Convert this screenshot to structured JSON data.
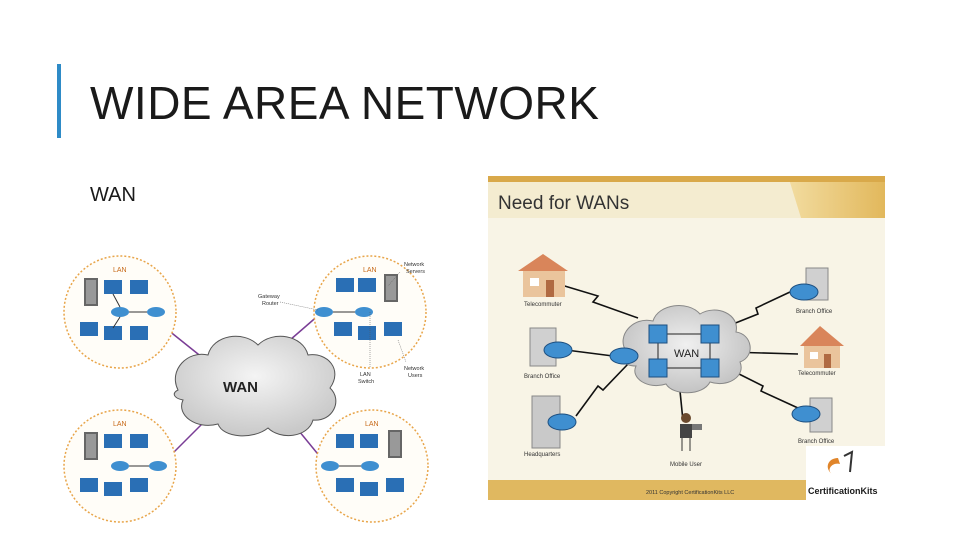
{
  "slide": {
    "title": "WIDE AREA NETWORK",
    "subtitle": "WAN"
  },
  "left_diagram": {
    "cloud_label": "WAN",
    "lan_labels": [
      "LAN",
      "LAN",
      "LAN",
      "LAN"
    ],
    "annotations": {
      "gateway_router": [
        "Gateway",
        "Router"
      ],
      "network_servers": [
        "Network",
        "Servers"
      ],
      "lan_switch": [
        "LAN",
        "Switch"
      ],
      "network_users": [
        "Network",
        "Users"
      ]
    }
  },
  "right_diagram": {
    "heading": "Need for WANs",
    "cloud_label": "WAN",
    "nodes": {
      "telecommuter_left": "Telecommuter",
      "branch_office_left": "Branch Office",
      "headquarters": "Headquarters",
      "mobile_user": "Mobile User",
      "branch_office_top_right": "Branch Office",
      "telecommuter_right": "Telecommuter",
      "branch_office_bottom_right": "Branch Office"
    },
    "copyright": "2011 Copyright CertificationKits LLC",
    "logo_text": "CertificationKits",
    "colors": {
      "header_bar": "#e8c46a",
      "panel_bg": "#f7f2e2",
      "router": "#3f8fd0"
    }
  }
}
